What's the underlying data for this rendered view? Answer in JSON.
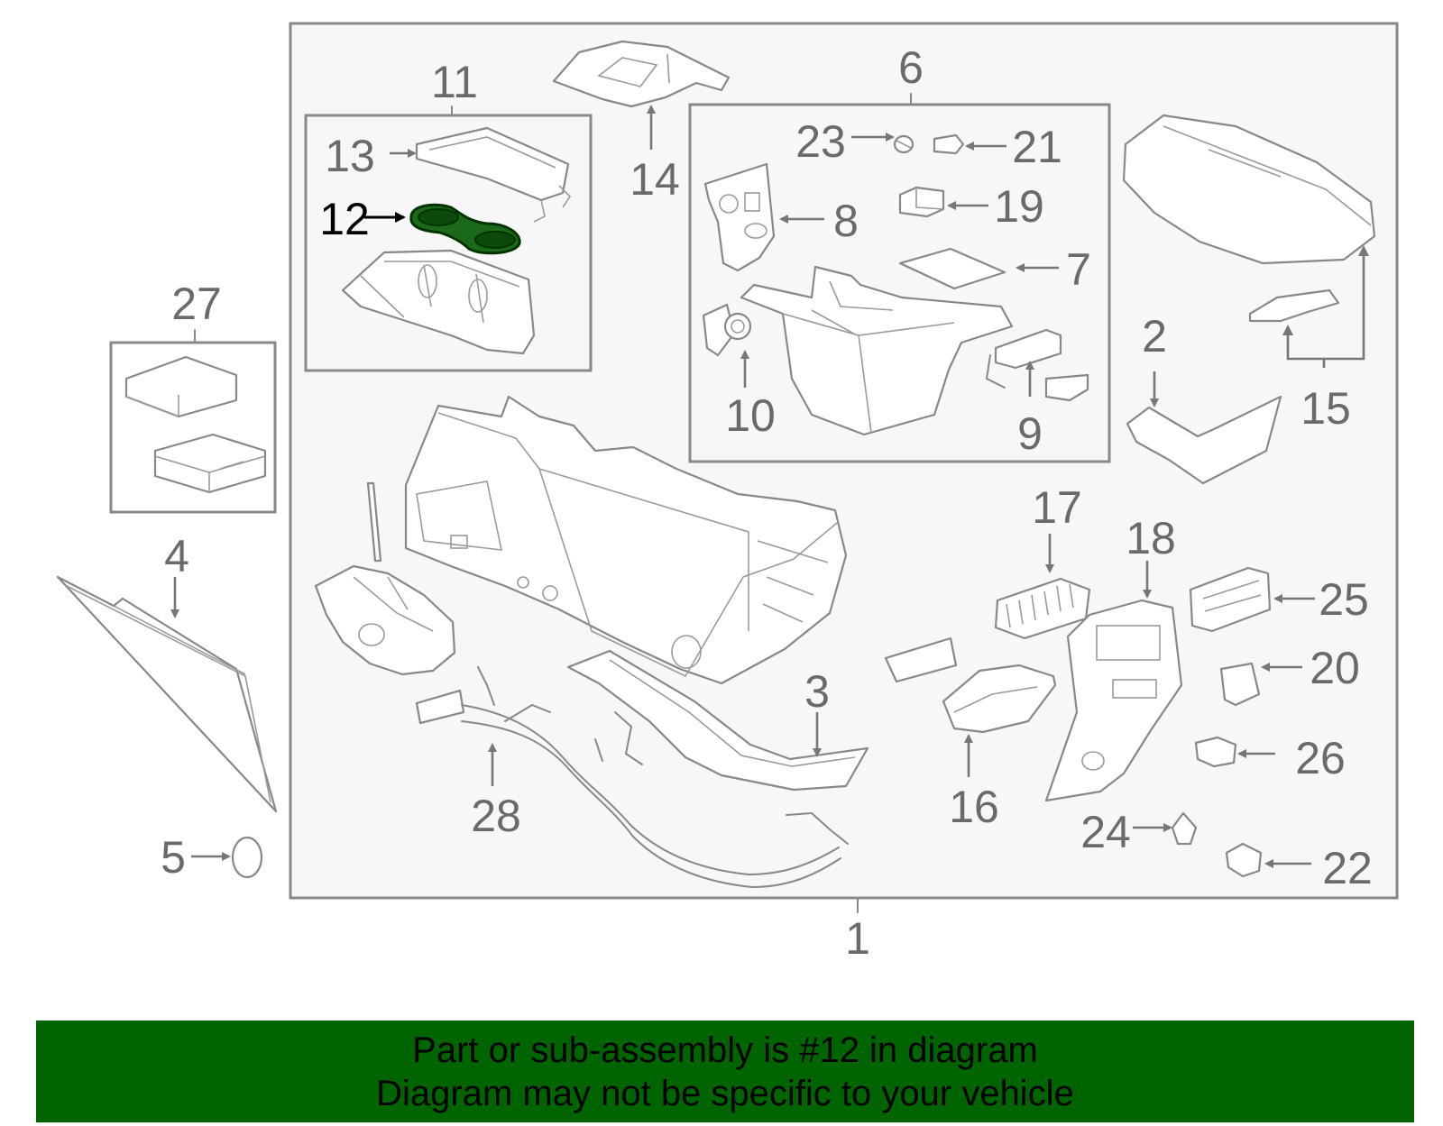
{
  "diagram": {
    "callouts": [
      "1",
      "2",
      "3",
      "4",
      "5",
      "6",
      "7",
      "8",
      "9",
      "10",
      "11",
      "12",
      "13",
      "14",
      "15",
      "16",
      "17",
      "18",
      "19",
      "20",
      "21",
      "22",
      "23",
      "24",
      "25",
      "26",
      "27",
      "28"
    ],
    "highlighted_part": "12",
    "colors": {
      "frame_bg": "#f7f7f7",
      "line": "#888888",
      "label": "#6a6a6a",
      "highlight": "#006400",
      "banner": "#006400"
    }
  },
  "banner": {
    "line1": "Part or sub-assembly is #12 in diagram",
    "line2": "Diagram may not be specific to your vehicle"
  }
}
